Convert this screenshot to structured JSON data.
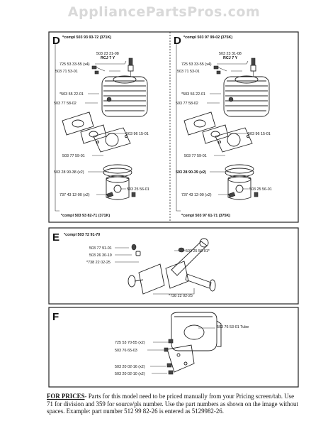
{
  "watermark": "AppliancePartsPros.com",
  "sections": {
    "D_left": {
      "label": "D",
      "header": "*compl 503 93 93-72 (371K)",
      "spark": "503 23 31-08",
      "spark_code": "RCJ 7 Y",
      "stud": "725 53 33-55 (x4)",
      "bolt": "503 71 53-01",
      "decomp": "*503 55 22-01",
      "gasket_top": "503 77 58-02",
      "base_gasket": "503 96 15-01",
      "plate": "503 77 59-01",
      "rings": "503 28 90-38 (x2)",
      "pin": "737 43 12-00 (x2)",
      "bearing": "503 25 56-01",
      "footer": "*compl 503 93 82-71 (371K)"
    },
    "D_right": {
      "label": "D",
      "header": "*compl 503 97 99-02 (375K)",
      "spark": "503 23 31-08",
      "spark_code": "RCJ 7 Y",
      "stud": "725 53 33-55 (x4)",
      "bolt": "503 71 53-01",
      "decomp": "*503 56 22-01",
      "gasket_top": "503 77 58-02",
      "base_gasket": "503 96 15-01",
      "plate": "503 77 59-01",
      "rings": "503 28 90-39 (x2)",
      "pin": "737 43 12-00 (x2)",
      "bearing": "503 25 56-01",
      "footer": "*compl 503 97 61-71 (375K)"
    },
    "E": {
      "label": "E",
      "header": "*compl 503 72 91-70",
      "p1": "503 77 91-01",
      "p2": "503 26 30-19",
      "p3": "*738 22 02-25",
      "p4": "503 25 56-01*",
      "p5": "*738 22 02-25"
    },
    "F": {
      "label": "F",
      "p1": "503 76 53-01 Tube",
      "p2": "725 53 70-55 (x2)",
      "p3": "503 76 65-03",
      "p4": "503 20 02-16 (x2)",
      "p5": "503 20 02-10 (x2)"
    }
  },
  "footer": {
    "prefix": "FOR PRICES",
    "text": "- Parts for this model need to be priced manually from your Pricing screen/tab. Use 71 for division and 359 for source/pls number.  Use the part numbers as shown on the image without spaces.  Example: part number 512 99 82-26 is entered as 5129982-26."
  }
}
